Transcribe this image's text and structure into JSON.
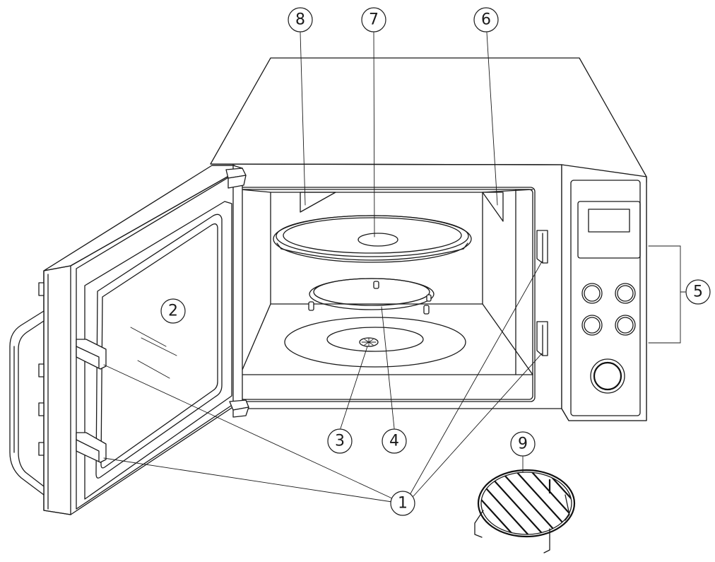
{
  "callouts": [
    {
      "id": "1",
      "label": "1"
    },
    {
      "id": "2",
      "label": "2"
    },
    {
      "id": "3",
      "label": "3"
    },
    {
      "id": "4",
      "label": "4"
    },
    {
      "id": "5",
      "label": "5"
    },
    {
      "id": "6",
      "label": "6"
    },
    {
      "id": "7",
      "label": "7"
    },
    {
      "id": "8",
      "label": "8"
    },
    {
      "id": "9",
      "label": "9"
    }
  ],
  "colors": {
    "stroke": "#1a1a1a",
    "background": "#ffffff"
  }
}
